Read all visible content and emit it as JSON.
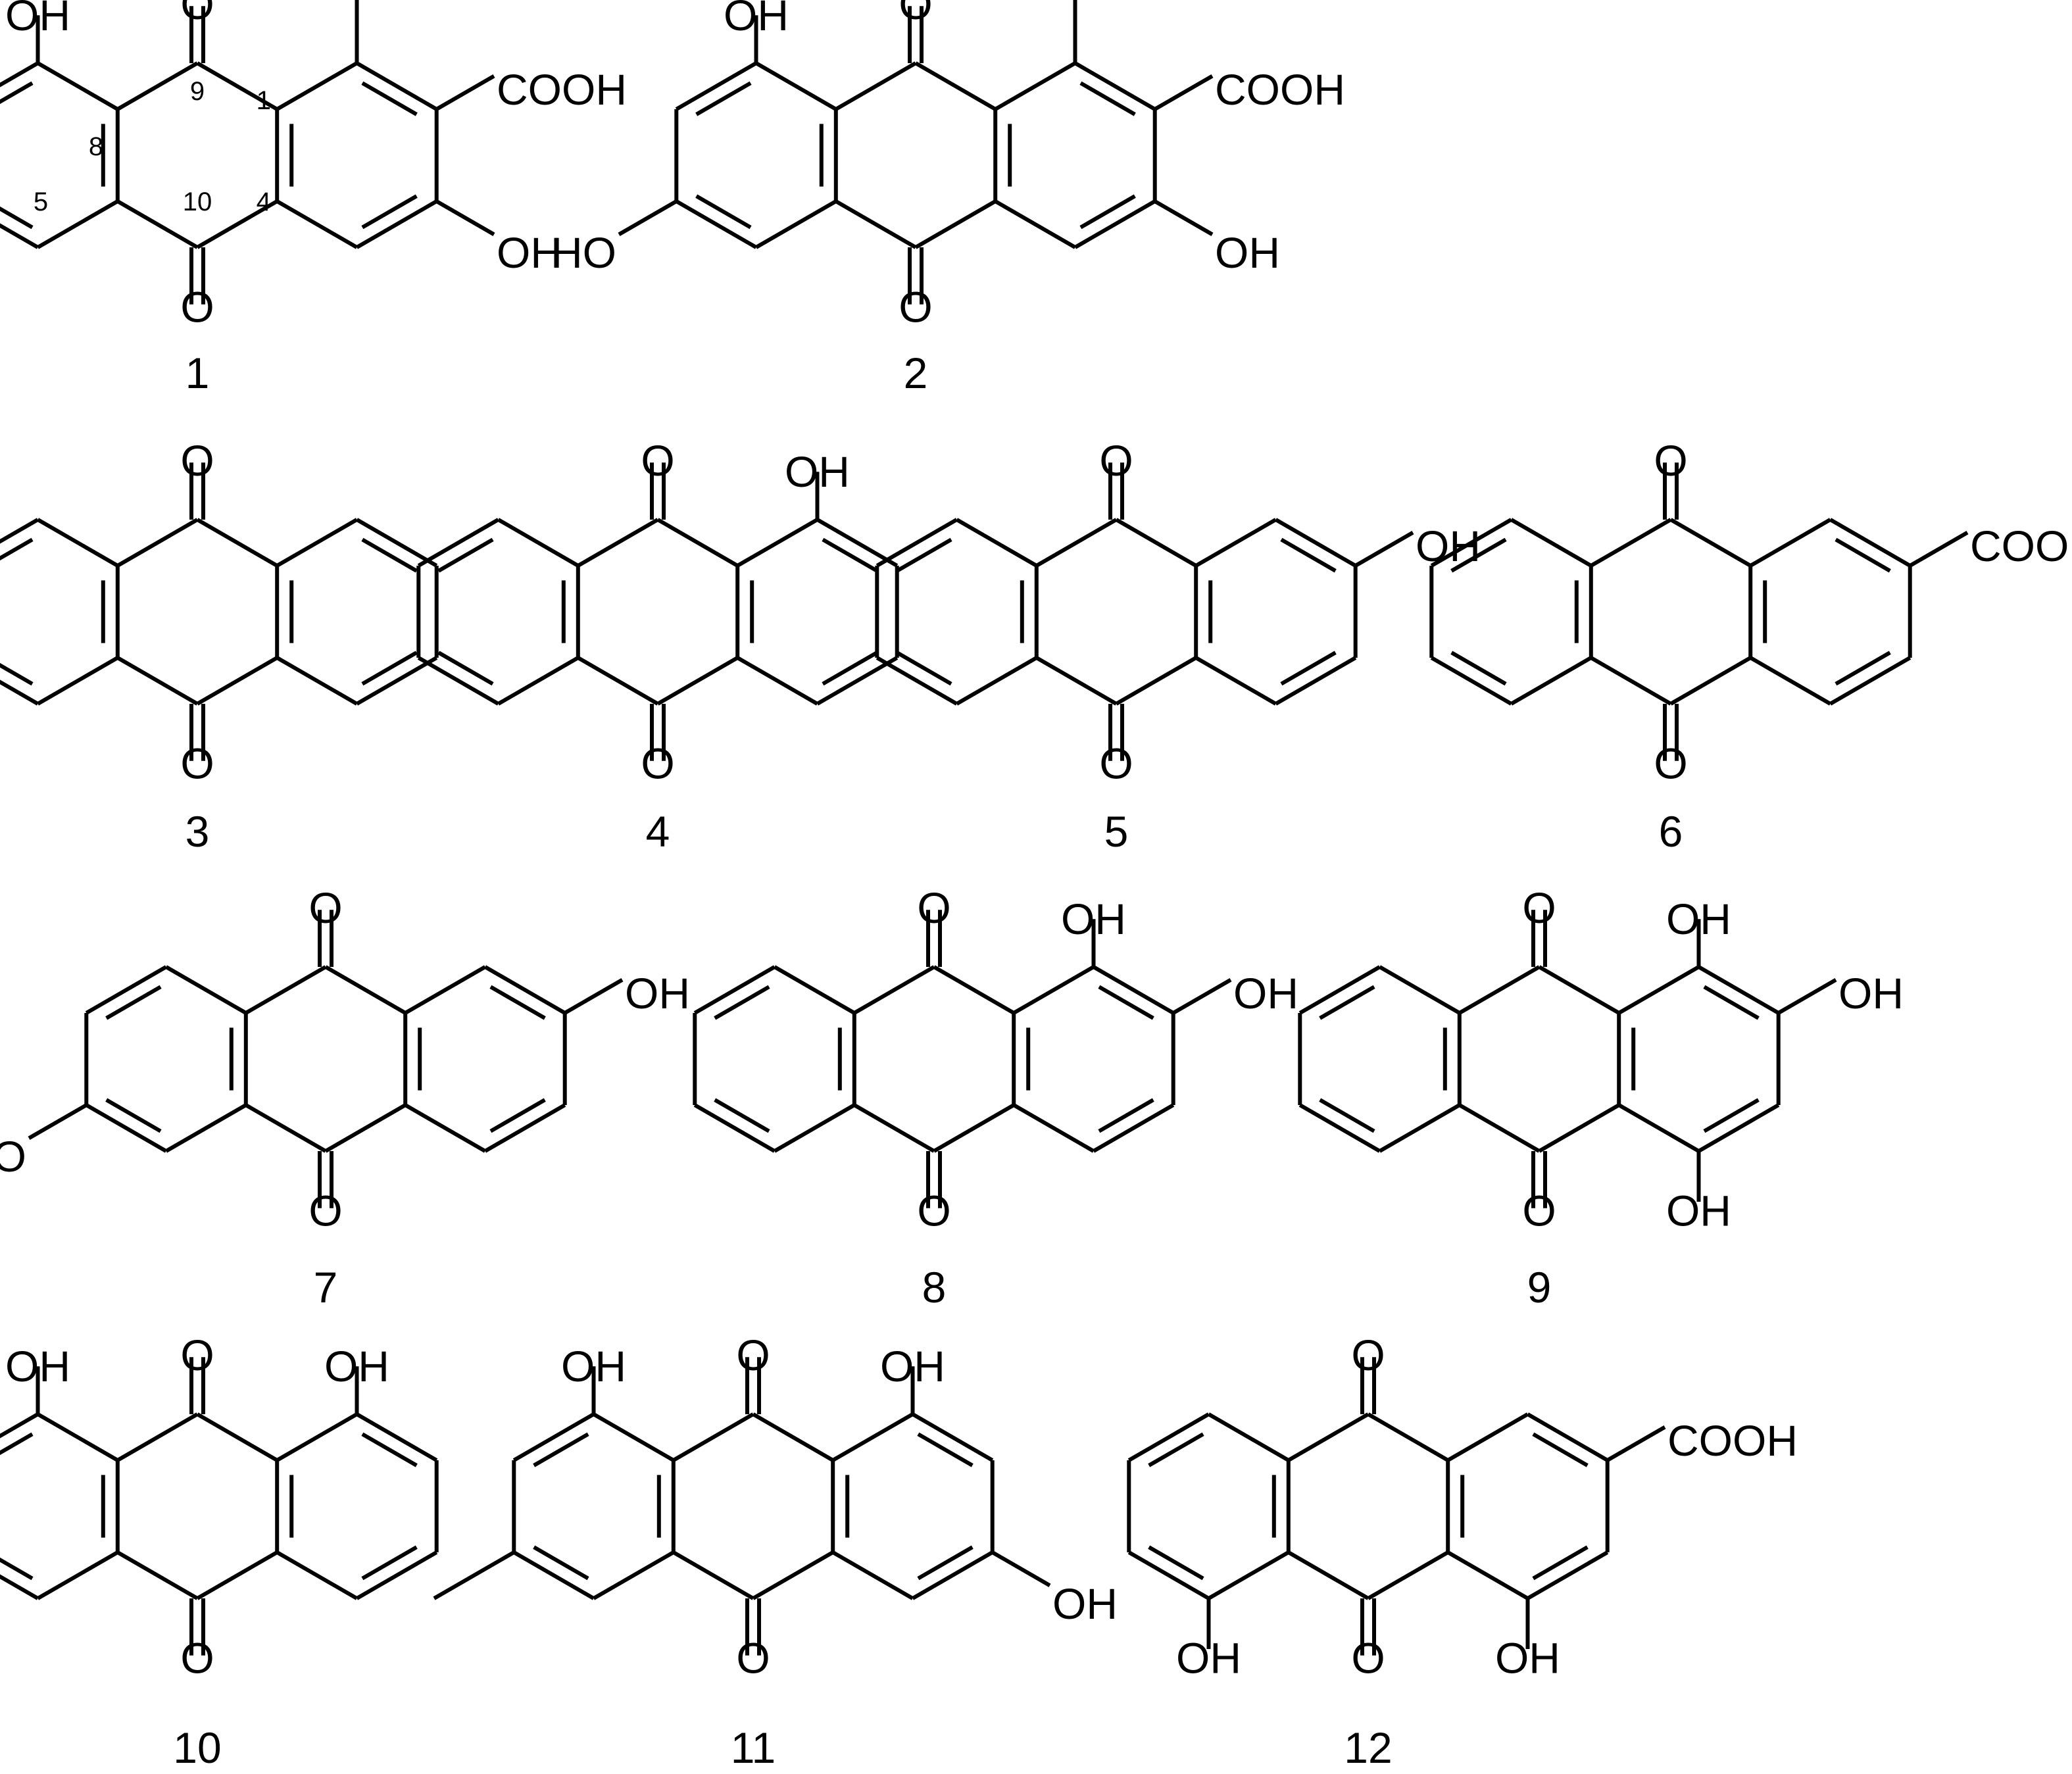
{
  "figure": {
    "compounds": [
      {
        "number": "1",
        "labels": [
          "OH",
          "O",
          "COOH",
          "OH",
          "O"
        ],
        "locants": [
          "8",
          "9",
          "1",
          "5",
          "10",
          "4"
        ]
      },
      {
        "number": "2",
        "labels": [
          "OH",
          "O",
          "COOH",
          "HO",
          "OH",
          "O"
        ]
      },
      {
        "number": "3",
        "labels": [
          "O",
          "O"
        ]
      },
      {
        "number": "4",
        "labels": [
          "O",
          "OH",
          "O"
        ]
      },
      {
        "number": "5",
        "labels": [
          "O",
          "OH",
          "O"
        ]
      },
      {
        "number": "6",
        "labels": [
          "O",
          "COOH",
          "O"
        ]
      },
      {
        "number": "7",
        "labels": [
          "O",
          "OH",
          "HO",
          "O"
        ]
      },
      {
        "number": "8",
        "labels": [
          "O",
          "OH",
          "OH",
          "O"
        ]
      },
      {
        "number": "9",
        "labels": [
          "O",
          "OH",
          "OH",
          "O",
          "OH"
        ]
      },
      {
        "number": "10",
        "labels": [
          "OH",
          "O",
          "OH",
          "O"
        ]
      },
      {
        "number": "11",
        "labels": [
          "OH",
          "O",
          "OH",
          "OH",
          "O"
        ]
      },
      {
        "number": "12",
        "labels": [
          "O",
          "COOH",
          "OH",
          "O",
          "OH"
        ]
      }
    ]
  }
}
